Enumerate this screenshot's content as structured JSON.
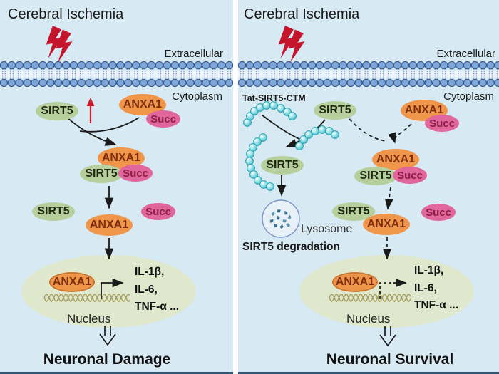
{
  "figure": {
    "type": "signaling-pathway-diagram",
    "molecules": {
      "sirt5": "SIRT5",
      "anxa1": "ANXA1",
      "succ": "Succ"
    },
    "panels": [
      {
        "title": "Cerebral Ischemia",
        "membrane_outside_label": "Extracellular",
        "membrane_inside_label": "Cytoplasm",
        "nucleus_label": "Nucleus",
        "cytokines": [
          "IL-1β,",
          "IL-6,",
          "TNF-α ..."
        ],
        "outcome": "Neuronal Damage"
      },
      {
        "title": "Cerebral Ischemia",
        "membrane_outside_label": "Extracellular",
        "membrane_inside_label": "Cytoplasm",
        "treatment_label": "Tat-SIRT5-CTM",
        "lysosome_label": "Lysosome",
        "degradation_label": "SIRT5 degradation",
        "nucleus_label": "Nucleus",
        "cytokines": [
          "IL-1β,",
          "IL-6,",
          "TNF-α ..."
        ],
        "outcome": "Neuronal Survival"
      }
    ],
    "icons": {
      "lightning": "lightning-bolt-icon",
      "membrane": "lipid-bilayer-membrane",
      "up_arrow": "red-up-arrow-icon",
      "bead_chain": "peptide-bead-chain-icon",
      "lysosome": "lysosome-icon",
      "dna": "dna-helix-icon",
      "double_arrow": "double-chevron-down-arrow-icon"
    },
    "colors": {
      "background": "#d7e9f3",
      "divider": "#ffffff",
      "membrane_head": "#7ea7d9",
      "membrane_outline": "#34558c",
      "sirt5_fill": "#b6cf9d",
      "anxa1_fill": "#f0964a",
      "succ_fill": "#e0669b",
      "nucleus_fill": "#dfe8cd",
      "lightning_red": "#c5152d",
      "red_arrow": "#d31b2c",
      "bead_fill": "#7fd8de",
      "lysosome_outline": "#7b97cc",
      "arrow_black": "#1a1a1a"
    }
  }
}
